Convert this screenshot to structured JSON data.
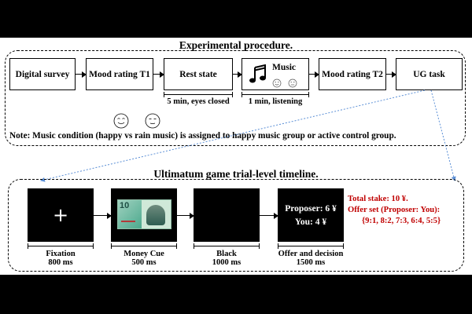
{
  "procedure": {
    "title": "Experimental procedure.",
    "steps": [
      "Digital survey",
      "Mood rating T1",
      "Rest state",
      "Music",
      "Mood rating T2",
      "UG task"
    ],
    "rest_duration": "5 min, eyes closed",
    "music_duration": "1 min, listening",
    "note": "Note: Music condition (happy vs rain music) is assigned to happy music group or active control group."
  },
  "timeline": {
    "title": "Ultimatum game trial-level timeline.",
    "screens": [
      {
        "label": "Fixation",
        "duration": "800 ms"
      },
      {
        "label": "Money Cue",
        "duration": "500 ms"
      },
      {
        "label": "Black",
        "duration": "1000 ms"
      },
      {
        "label": "Offer and decision",
        "duration": "1500 ms"
      }
    ],
    "fixation_symbol": "+",
    "banknote_value": "10",
    "offer_proposer": "Proposer: 6 ¥",
    "offer_you": "You: 4 ¥",
    "stake": "Total stake: 10 ¥.",
    "offer_set_label": "Offer set (Proposer: You):",
    "offer_set": "{9:1, 8:2, 7:3, 6:4, 5:5}"
  },
  "colors": {
    "accent_red": "#c00000",
    "connector_blue": "#5b8fd6",
    "banknote_green": "#4aa88c"
  }
}
